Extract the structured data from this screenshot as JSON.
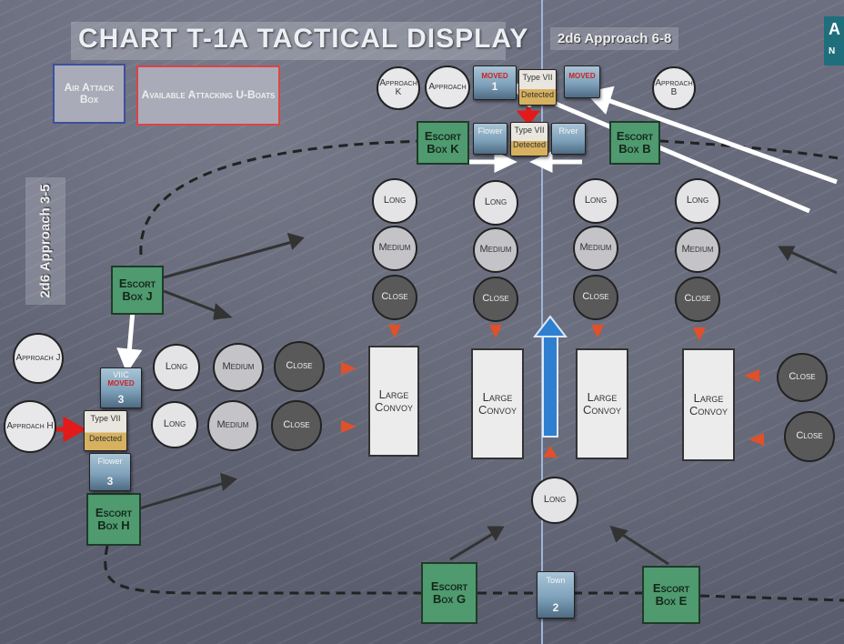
{
  "title": "CHART T-1A TACTICAL DISPLAY",
  "approach_label_top": "2d6 Approach 6-8",
  "approach_label_left": "2d6 Approach 3-5",
  "corner_box": {
    "line1": "A",
    "line2": "N"
  },
  "air_attack_box": "Air Attack Box",
  "available_uboats_box": "Available Attacking U-Boats",
  "approach_circles": {
    "K": "Approach K",
    "A": "Approach",
    "B": "Approach B",
    "J": "Approach J",
    "H": "Approach H"
  },
  "escort_boxes": {
    "K": "Escort Box K",
    "B": "Escort Box B",
    "J": "Escort Box J",
    "H": "Escort Box H",
    "G": "Escort Box G",
    "E": "Escort Box E"
  },
  "range": {
    "long": "Long",
    "medium": "Medium",
    "close": "Close"
  },
  "convoy": "Large Convoy",
  "counters": {
    "top_moved_1": {
      "status": "MOVED",
      "num": "1"
    },
    "top_typevii": {
      "name": "Type VII",
      "status": "Detected"
    },
    "top_moved_b": {
      "status": "MOVED"
    },
    "flower_k": {
      "name": "Flower"
    },
    "typevii_k": {
      "name": "Type VII",
      "status": "Detected"
    },
    "river_k": {
      "name": "River"
    },
    "vii_left": {
      "name": "VIIC",
      "status": "MOVED",
      "num": "3"
    },
    "typevii_left": {
      "name": "Type VII",
      "status": "Detected"
    },
    "flower_h": {
      "name": "Flower",
      "num": "3"
    },
    "town_g": {
      "name": "Town",
      "num": "2"
    }
  },
  "colors": {
    "escort": "#4f9a6e",
    "arrow_red": "#e21a1a",
    "arrow_white": "#ffffff",
    "arrow_blue": "#2f7fd0"
  }
}
